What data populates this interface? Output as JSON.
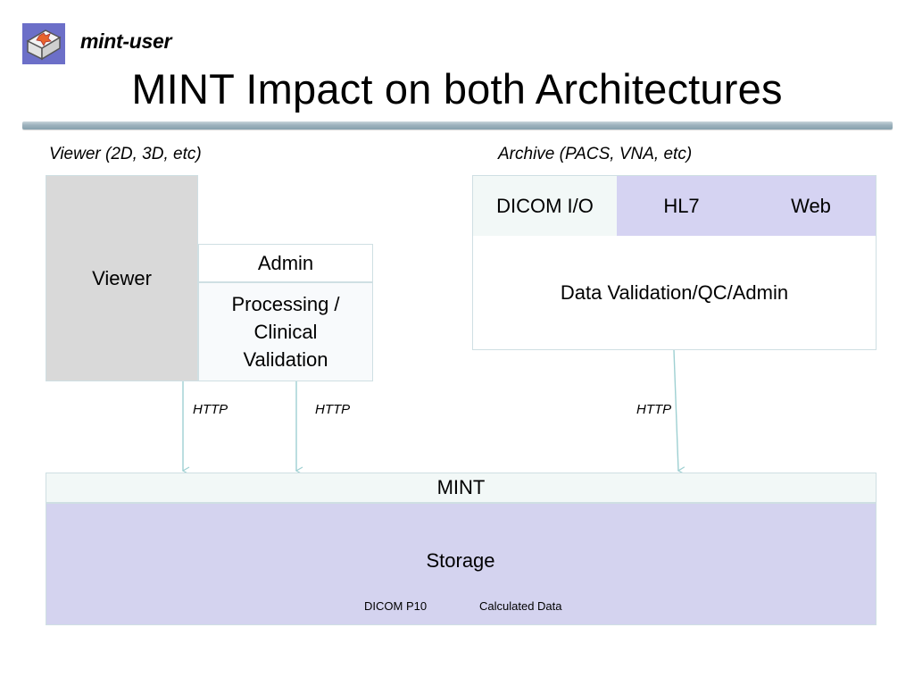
{
  "header": {
    "brand": "mint-user",
    "title": "MINT Impact on both Architectures"
  },
  "sections": {
    "viewer_heading": "Viewer (2D, 3D, etc)",
    "archive_heading": "Archive (PACS, VNA, etc)"
  },
  "viewer_side": {
    "viewer": "Viewer",
    "admin": "Admin",
    "processing": [
      "Processing /",
      "Clinical",
      "Validation"
    ]
  },
  "archive_side": {
    "dicom_io": "DICOM I/O",
    "hl7": "HL7",
    "web": "Web",
    "data_validation": "Data Validation/QC/Admin"
  },
  "connections": {
    "http_1": "HTTP",
    "http_2": "HTTP",
    "http_3": "HTTP"
  },
  "bottom": {
    "mint": "MINT",
    "storage": "Storage",
    "dicom_p10": "DICOM P10",
    "calculated_data": "Calculated Data"
  },
  "colors": {
    "viewer_fill": "#d9d9d9",
    "lavender": "#d5d3f2",
    "pale_green": "#f2f8f7",
    "connector": "#9ed0d2"
  },
  "icons": {
    "logo": "mint-box-logo-icon"
  }
}
